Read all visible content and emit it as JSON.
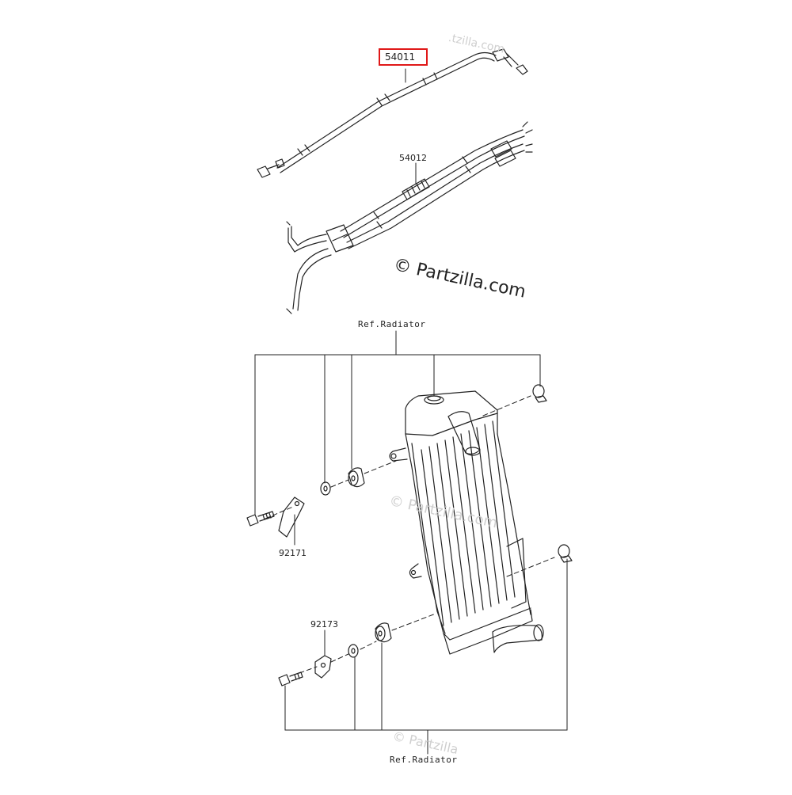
{
  "labels": {
    "part_54011": "54011",
    "part_54012": "54012",
    "part_92171": "92171",
    "part_92173": "92173",
    "ref_radiator_top": "Ref.Radiator",
    "ref_radiator_bottom": "Ref.Radiator"
  },
  "watermark": {
    "main": "© Partzilla.com",
    "faint_1": "© Partzilla.com",
    "faint_2": "© Partzilla",
    "faint_3": ".tzilla.com"
  },
  "highlight": {
    "color": "#e01818",
    "part": "54011"
  }
}
